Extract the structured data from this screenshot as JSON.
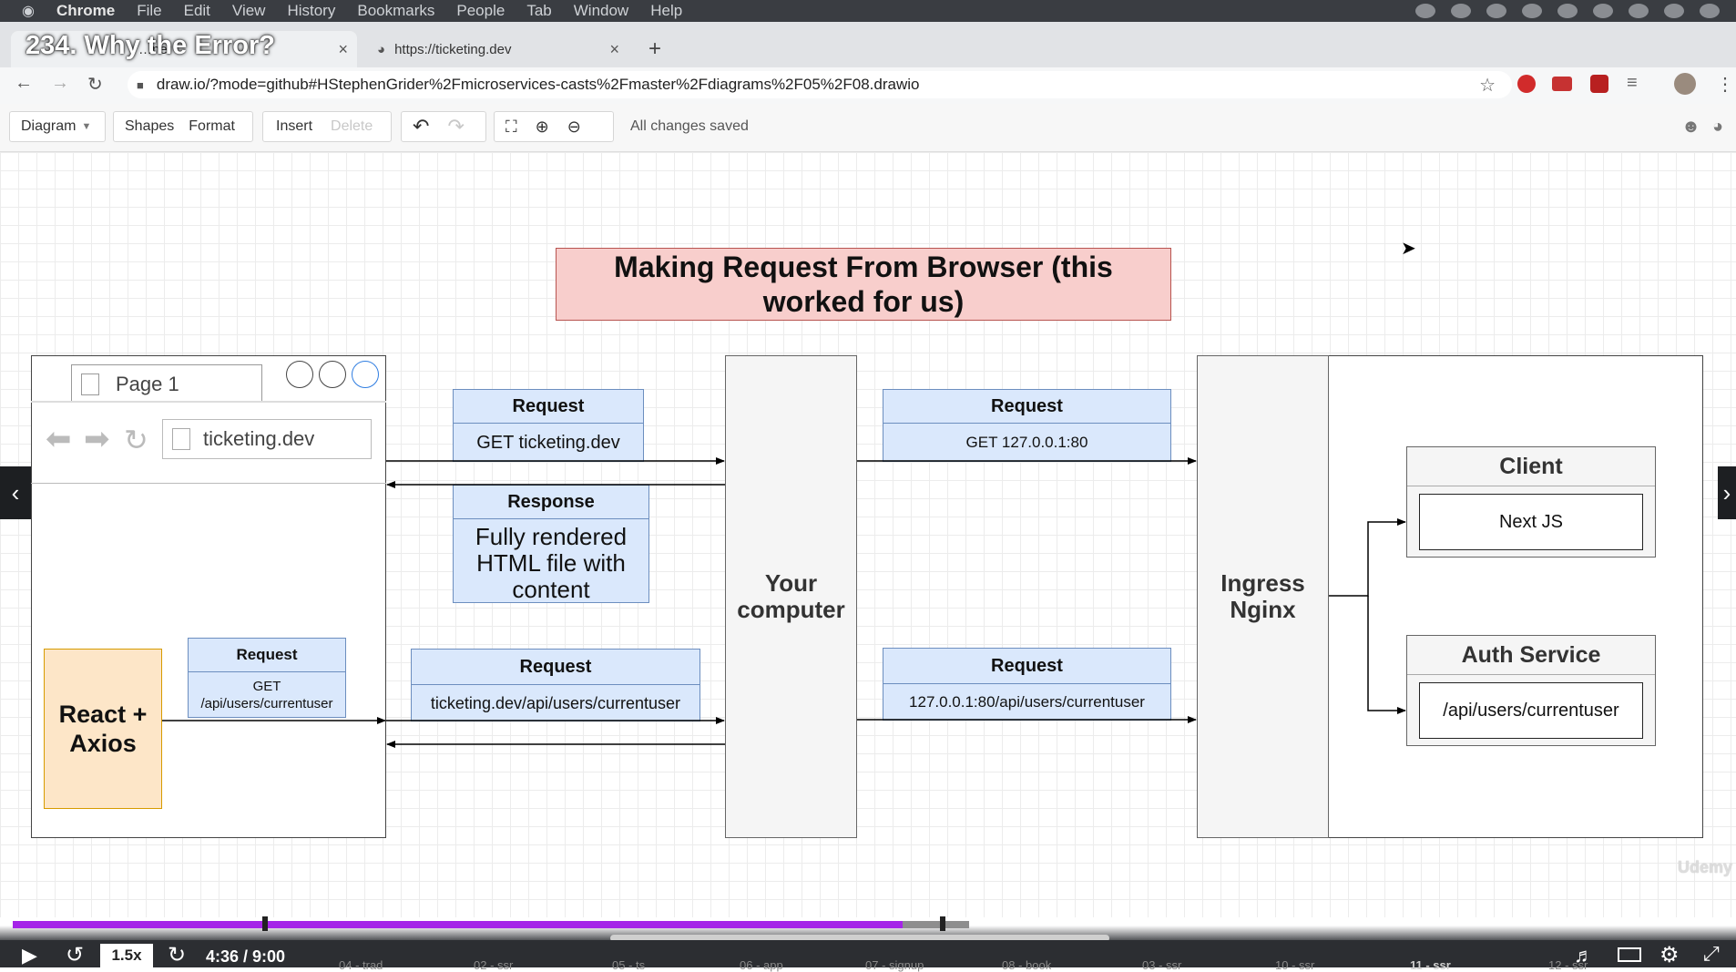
{
  "menubar": {
    "app": "Chrome",
    "items": [
      "File",
      "Edit",
      "View",
      "History",
      "Bookmarks",
      "People",
      "Tab",
      "Window",
      "Help"
    ]
  },
  "video": {
    "title": "234. Why the Error?",
    "speed": "1.5x",
    "time": "4:36 / 9:00",
    "progress": 0.93,
    "chapters": [
      "04 - trad",
      "02 - ssr",
      "05 - ts",
      "06 - app",
      "07 - signup",
      "08 - book",
      "03 - ssr",
      "10 - ssr",
      "11 - ssr",
      "12 - ssr"
    ]
  },
  "tabs": [
    {
      "label": "…net"
    },
    {
      "label": "https://ticketing.dev"
    }
  ],
  "address": {
    "url": "draw.io/?mode=github#HStephenGrider%2Fmicroservices-casts%2Fmaster%2Fdiagrams%2F05%2F08.drawio"
  },
  "toolbar": {
    "diagram": "Diagram",
    "shapes": "Shapes",
    "format": "Format",
    "insert": "Insert",
    "delete": "Delete",
    "status": "All changes saved"
  },
  "diagram": {
    "title": "Making Request From Browser (this worked for us)",
    "browser_mock": {
      "page_tab": "Page 1",
      "url": "ticketing.dev"
    },
    "react_box": "React + Axios",
    "req_small": {
      "header": "Request",
      "line1": "GET",
      "line2": "/api/users/currentuser"
    },
    "req1": {
      "header": "Request",
      "body": "GET ticketing.dev"
    },
    "resp1": {
      "header": "Response",
      "body": "Fully rendered HTML file with content"
    },
    "req2": {
      "header": "Request",
      "body": "ticketing.dev/api/users/currentuser"
    },
    "your_computer": "Your computer",
    "req3": {
      "header": "Request",
      "body": "GET 127.0.0.1:80"
    },
    "req4": {
      "header": "Request",
      "body": "127.0.0.1:80/api/users/currentuser"
    },
    "ingress": "Ingress Nginx",
    "client": {
      "header": "Client",
      "body": "Next JS"
    },
    "auth": {
      "header": "Auth Service",
      "body": "/api/users/currentuser"
    }
  },
  "watermark": "Udemy",
  "colors": {
    "title_fill": "#f8cecc",
    "title_stroke": "#b85450",
    "blue_fill": "#dae8fc",
    "blue_stroke": "#6c8ebf",
    "orange_fill": "#fde6c8",
    "orange_stroke": "#d79b00",
    "gray_fill": "#f5f5f5",
    "progress": "#a524e8"
  }
}
